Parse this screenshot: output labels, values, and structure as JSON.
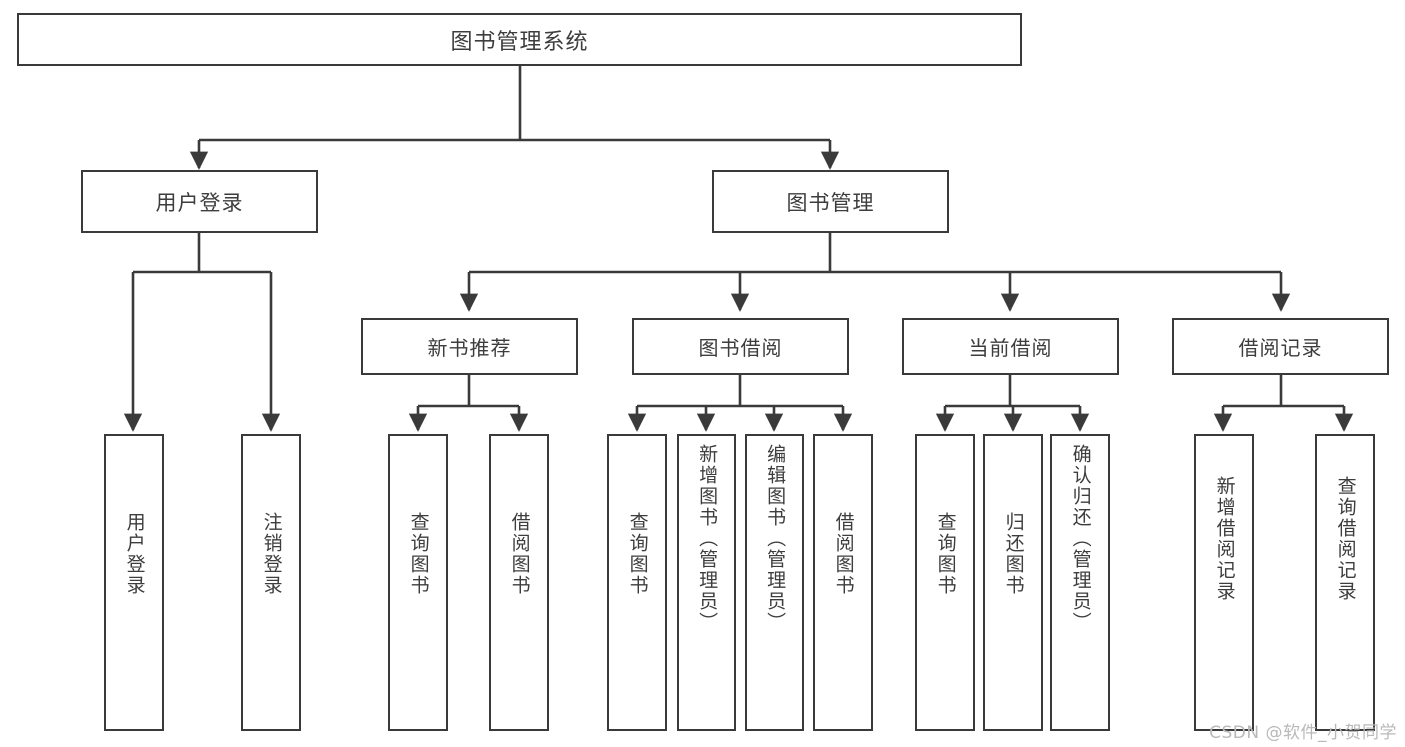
{
  "diagram": {
    "title": "图书管理系统",
    "type": "hierarchy-tree",
    "root": {
      "label": "图书管理系统"
    },
    "level1": [
      {
        "id": "user-login",
        "label": "用户登录"
      },
      {
        "id": "book-management",
        "label": "图书管理"
      }
    ],
    "level2": [
      {
        "id": "new-book-recommend",
        "label": "新书推荐",
        "parent": "book-management"
      },
      {
        "id": "book-borrow",
        "label": "图书借阅",
        "parent": "book-management"
      },
      {
        "id": "current-borrow",
        "label": "当前借阅",
        "parent": "book-management"
      },
      {
        "id": "borrow-record",
        "label": "借阅记录",
        "parent": "book-management"
      }
    ],
    "leaves": [
      {
        "id": "leaf-user-login",
        "label": "用户登录",
        "parent": "user-login"
      },
      {
        "id": "leaf-logout",
        "label": "注销登录",
        "parent": "user-login"
      },
      {
        "id": "leaf-query-book-1",
        "label": "查询图书",
        "parent": "new-book-recommend"
      },
      {
        "id": "leaf-borrow-book-1",
        "label": "借阅图书",
        "parent": "new-book-recommend"
      },
      {
        "id": "leaf-query-book-2",
        "label": "查询图书",
        "parent": "book-borrow"
      },
      {
        "id": "leaf-add-book",
        "label": "新增图书（管理员）",
        "parent": "book-borrow"
      },
      {
        "id": "leaf-edit-book",
        "label": "编辑图书（管理员）",
        "parent": "book-borrow"
      },
      {
        "id": "leaf-borrow-book-2",
        "label": "借阅图书",
        "parent": "book-borrow"
      },
      {
        "id": "leaf-query-book-3",
        "label": "查询图书",
        "parent": "current-borrow"
      },
      {
        "id": "leaf-return-book",
        "label": "归还图书",
        "parent": "current-borrow"
      },
      {
        "id": "leaf-confirm-return",
        "label": "确认归还（管理员）",
        "parent": "current-borrow"
      },
      {
        "id": "leaf-add-record",
        "label": "新增借阅记录",
        "parent": "borrow-record"
      },
      {
        "id": "leaf-query-record",
        "label": "查询借阅记录",
        "parent": "borrow-record"
      }
    ],
    "watermark": "CSDN @软件_小贺同学",
    "colors": {
      "stroke": "#3a3a3a",
      "text": "#3d3d3d",
      "background": "#ffffff",
      "watermark": "#b9b9b9"
    }
  }
}
